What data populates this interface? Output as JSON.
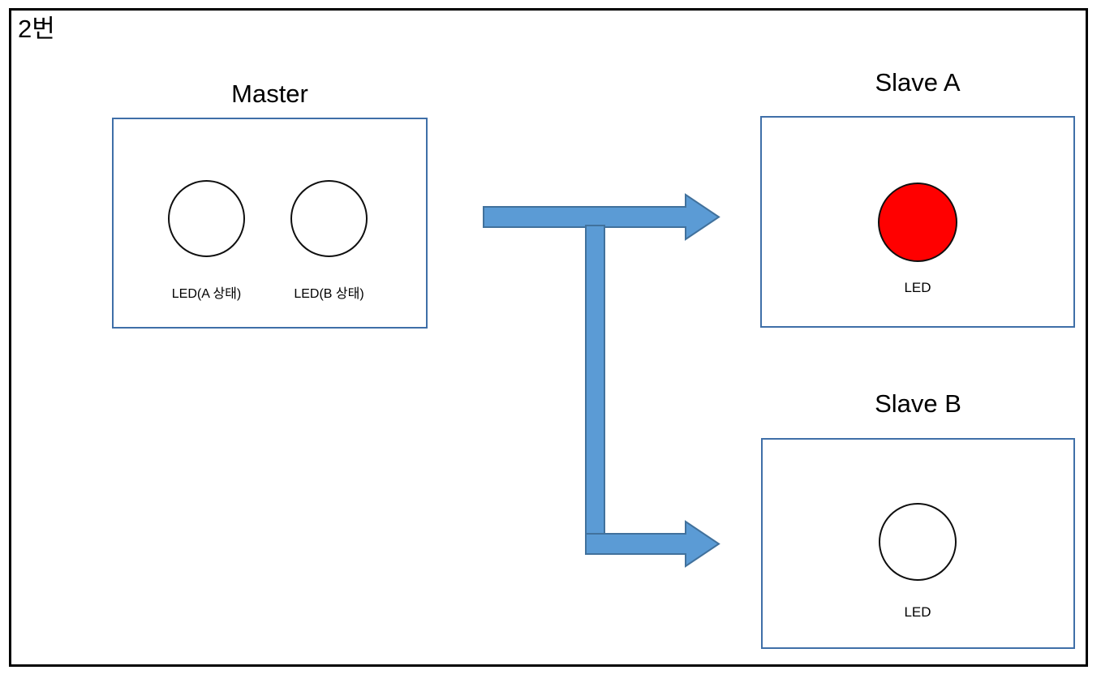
{
  "page": {
    "title": "2번",
    "frame_color": "#000000",
    "background": "#ffffff"
  },
  "colors": {
    "box_border": "#3F6FA8",
    "arrow_fill": "#5B9BD5",
    "arrow_stroke": "#41719C",
    "led_on": "#FF0000",
    "led_off": "#FFFFFF",
    "led_outline": "#0F0F0F"
  },
  "nodes": [
    {
      "id": "master",
      "caption": "Master",
      "leds": [
        {
          "id": "master-led-a",
          "label": "LED(A 상태)",
          "state": "off"
        },
        {
          "id": "master-led-b",
          "label": "LED(B 상태)",
          "state": "off"
        }
      ]
    },
    {
      "id": "slave-a",
      "caption": "Slave A",
      "leds": [
        {
          "id": "slave-a-led",
          "label": "LED",
          "state": "on"
        }
      ]
    },
    {
      "id": "slave-b",
      "caption": "Slave B",
      "leds": [
        {
          "id": "slave-b-led",
          "label": "LED",
          "state": "off"
        }
      ]
    }
  ],
  "connections": [
    {
      "id": "master-to-slave-a",
      "from": "master",
      "to": "slave-a",
      "style": "block-arrow",
      "direction": "right"
    },
    {
      "id": "master-to-slave-b",
      "from": "master",
      "to": "slave-b",
      "style": "block-arrow",
      "direction": "right"
    }
  ]
}
